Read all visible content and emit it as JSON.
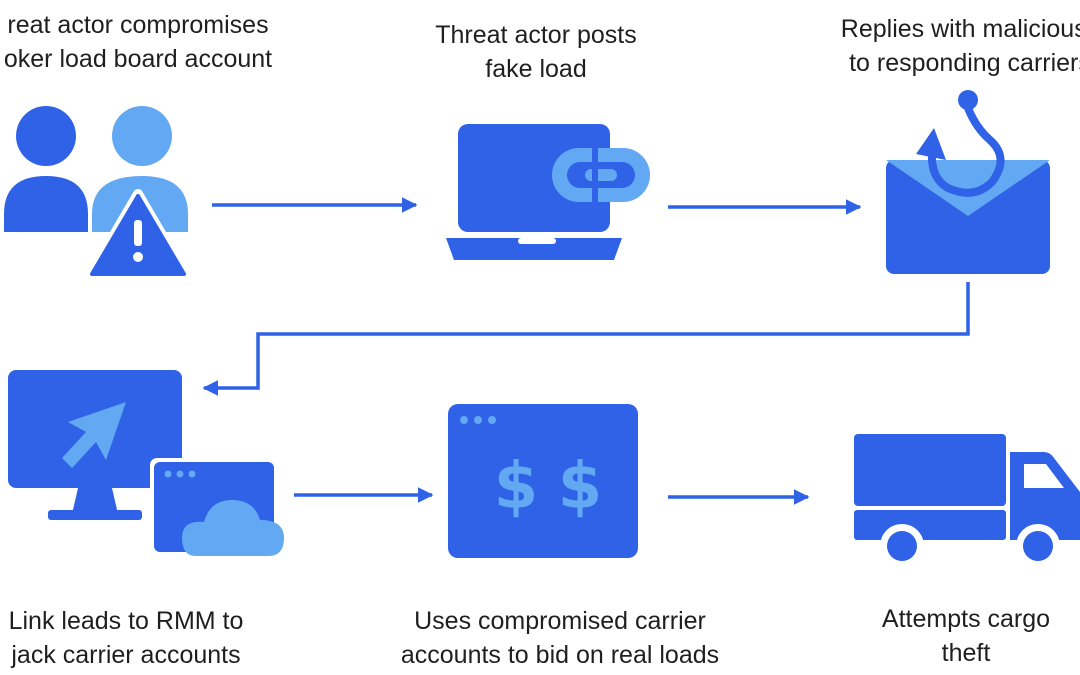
{
  "colors": {
    "primary": "#2F62E6",
    "light": "#62A8F2",
    "text": "#1f1f1f",
    "white": "#ffffff"
  },
  "steps": [
    {
      "icon": "users-warning-icon",
      "line1": "reat actor compromises",
      "line2": "oker load board account"
    },
    {
      "icon": "laptop-link-icon",
      "line1": "Threat actor posts",
      "line2": "fake load"
    },
    {
      "icon": "phishing-email-icon",
      "line1": "Replies with malicious l",
      "line2": "to responding carriers"
    },
    {
      "icon": "remote-desktop-icon",
      "line1": "Link leads to RMM to",
      "line2": "jack carrier accounts"
    },
    {
      "icon": "dollar-window-icon",
      "line1": "Uses compromised carrier",
      "line2": "accounts to bid on real loads"
    },
    {
      "icon": "truck-icon",
      "line1": "Attempts cargo",
      "line2": "theft"
    }
  ]
}
